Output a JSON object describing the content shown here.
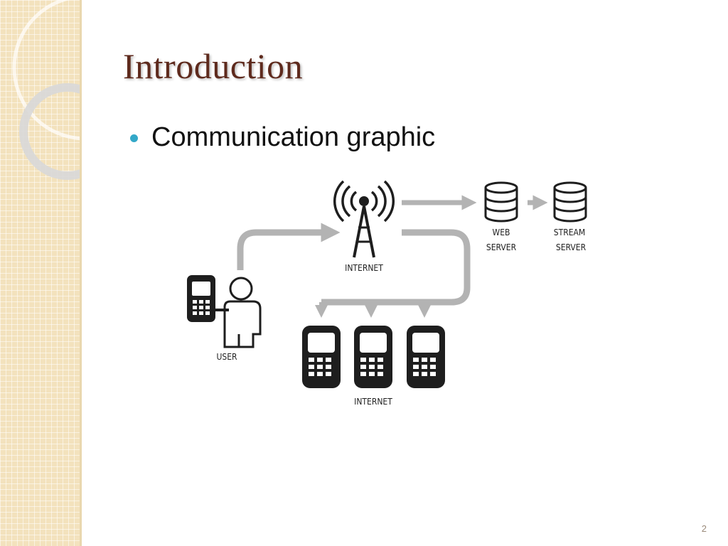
{
  "slide": {
    "title": "Introduction",
    "bullet": "Communication graphic",
    "page_number": "2"
  },
  "diagram": {
    "tower_label": "INTERNET",
    "web_server_label": [
      "WEB",
      "SERVER"
    ],
    "stream_server_label": [
      "STREAM",
      "SERVER"
    ],
    "user_label": "USER",
    "devices_label": "INTERNET"
  },
  "colors": {
    "title": "#5e2a1d",
    "bullet": "#33a8c8",
    "sidebar": "#f3e2bd",
    "arrow": "#b3b3b3",
    "icon": "#1e1e1e"
  }
}
